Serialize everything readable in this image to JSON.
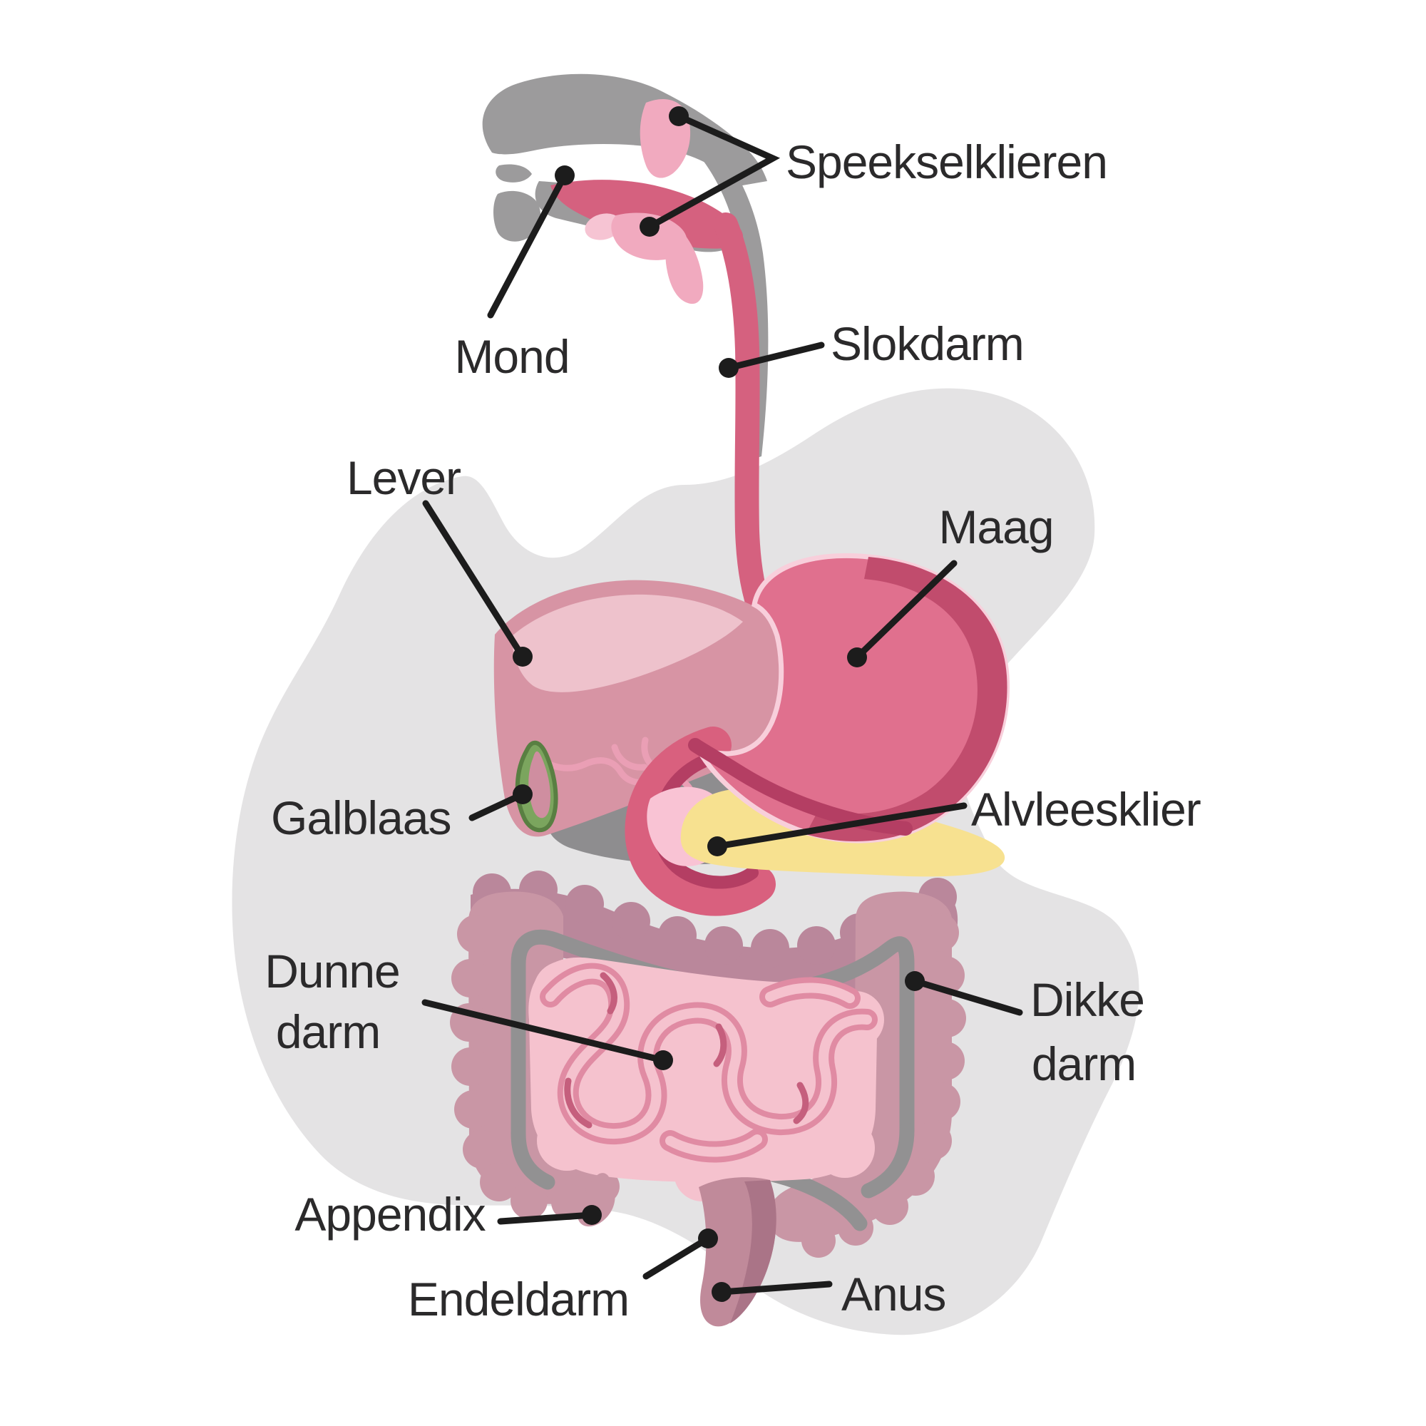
{
  "labels": {
    "speekselklieren": {
      "text": "Speekselklieren"
    },
    "mond": {
      "text": "Mond"
    },
    "slokdarm": {
      "text": "Slokdarm"
    },
    "lever": {
      "text": "Lever"
    },
    "maag": {
      "text": "Maag"
    },
    "galblaas": {
      "text": "Galblaas"
    },
    "alvleesklier": {
      "text": "Alvleesklier"
    },
    "dunne_darm": {
      "line1": "Dunne",
      "line2": "darm"
    },
    "dikke_darm": {
      "line1": "Dikke",
      "line2": "darm"
    },
    "appendix": {
      "text": "Appendix"
    },
    "endeldarm": {
      "text": "Endeldarm"
    },
    "anus": {
      "text": "Anus"
    }
  },
  "colors": {
    "label_text": "#2b2a2b",
    "leader": "#1c1c1c",
    "blob": "#e4e3e4",
    "head_gray": "#9c9b9c",
    "shadow_gray": "#8e8d8f",
    "tongue_pink": "#d5617f",
    "gland_pink": "#f1aabf",
    "gland_light": "#f6c4d3",
    "liver": "#d794a4",
    "liver_hl": "#eec2cc",
    "bile_duct": "#ea9fb5",
    "gallbladder": "#7ba55e",
    "gallbladder_dark": "#597f42",
    "gallbladder_in": "#cf8ea0",
    "stomach": "#e0708e",
    "stomach_dark": "#c14c6d",
    "stomach_outline": "#f8cfdb",
    "crimson": "#b43e63",
    "duodenum": "#d9607e",
    "lumen_pink": "#f9c3d4",
    "pancreas": "#f7e190",
    "colon_front": "#c996a5",
    "colon_back": "#ba879b",
    "colon_inner_line": "#929192",
    "coils_bg": "#f5c2ce",
    "coils_tube": "#e08ba3",
    "coils_accent": "#c55f7d",
    "rectum": "#c08a9a",
    "rectum_shade": "#aa7487"
  }
}
